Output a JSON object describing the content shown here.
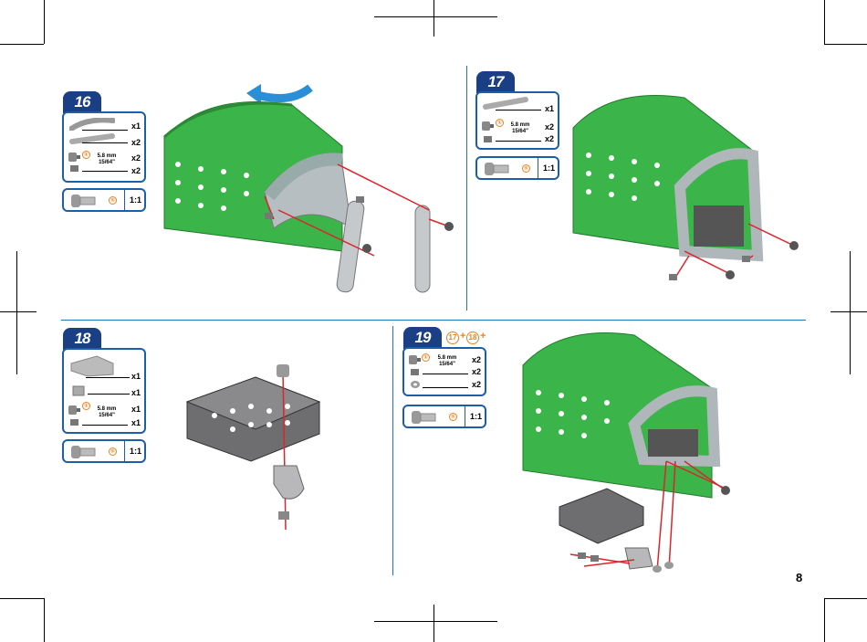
{
  "page_number": "8",
  "colors": {
    "blue": "#1b3f85",
    "frame_blue": "#1b5fa8",
    "green": "#3bb54a",
    "orange": "#e8821e",
    "red": "#d9262c"
  },
  "steps": [
    {
      "number": "16",
      "parts": [
        {
          "icon": "curved-strip-icon",
          "qty": "x1"
        },
        {
          "icon": "strip-icon",
          "qty": "x2"
        },
        {
          "icon": "bolt-icon",
          "badge": "①",
          "length": "5.8 mm",
          "length_imperial": "15/64\"",
          "qty": "x2"
        },
        {
          "icon": "nut-icon",
          "qty": "x2"
        }
      ],
      "scale": {
        "badge": "⑤",
        "label": "1:1"
      }
    },
    {
      "number": "17",
      "parts": [
        {
          "icon": "strip-icon",
          "qty": "x1"
        },
        {
          "icon": "bolt-icon",
          "badge": "①",
          "length": "5.8 mm",
          "length_imperial": "15/64\"",
          "qty": "x2"
        },
        {
          "icon": "nut-icon",
          "qty": "x2"
        }
      ],
      "scale": {
        "badge": "⑤",
        "label": "1:1"
      }
    },
    {
      "number": "18",
      "parts": [
        {
          "icon": "channel-plate-icon",
          "qty": "x1"
        },
        {
          "icon": "angle-bracket-icon",
          "qty": "x1"
        },
        {
          "icon": "bolt-icon",
          "badge": "①",
          "length": "5.8 mm",
          "length_imperial": "15/64\"",
          "qty": "x1"
        },
        {
          "icon": "nut-icon",
          "qty": "x1"
        }
      ],
      "scale": {
        "badge": "⑤",
        "label": "1:1"
      }
    },
    {
      "number": "19",
      "depends_on": [
        "17",
        "18"
      ],
      "plus": "+",
      "parts": [
        {
          "icon": "bolt-icon",
          "badge": "①",
          "length": "5.8 mm",
          "length_imperial": "15/64\"",
          "qty": "x2"
        },
        {
          "icon": "nut-icon",
          "qty": "x2"
        },
        {
          "icon": "washer-icon",
          "qty": "x2"
        }
      ],
      "scale": {
        "badge": "⑤",
        "label": "1:1"
      }
    }
  ]
}
